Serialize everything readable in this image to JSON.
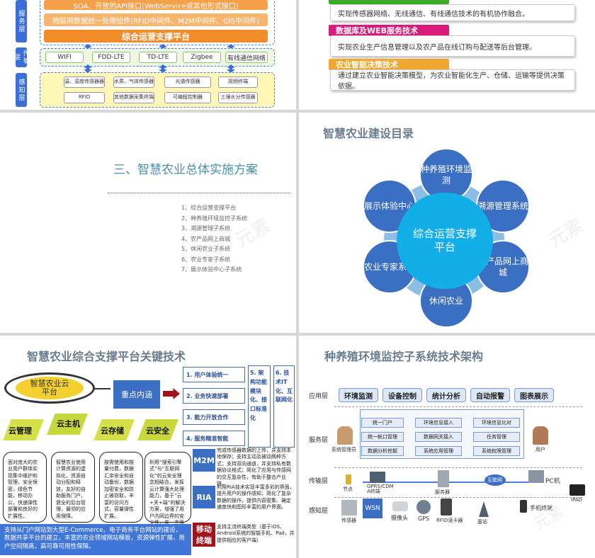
{
  "panel1": {
    "layer_service": "服务层",
    "layer_transport": "传输层",
    "layer_sense": "感知层",
    "soa_text": "SOA、开放的API接口(WebService或其他形式接口)",
    "middleware_text": "物联网数据统一处理组件(RFID中间件、M2M中间件、GIS中间件)",
    "platform_text": "综合运营支撑平台",
    "net_items": [
      "WIFI",
      "FDD-LTE",
      "TD-LTE",
      "Zigbee",
      "有线通信网络"
    ],
    "sensors_row1": [
      "温、湿度传感器器",
      "水质、气体传感器",
      "光谱传感器",
      "视频终端"
    ],
    "sensors_row2": [
      "RFID",
      "其他数据采集终端",
      "可编程控制器",
      "土壤水分传感器"
    ]
  },
  "panel2": {
    "items": [
      {
        "title": "",
        "desc": "实现传感器网络、无线通信、有线通信技术的有机协作融合。",
        "color": "#3eaa2a"
      },
      {
        "title": "数据库及WEB服务技术",
        "desc": "实现农业生产信息管理以及农产品在线订购与配送等后台管理。",
        "color": "#d81b7a"
      },
      {
        "title": "农业智能决策技术",
        "desc": "通过建立农业智能决策模型，为农业智能化生产、仓储、运输等提供决策依据。",
        "color": "#f0a830"
      }
    ]
  },
  "panel3": {
    "title": "三、智慧农业总体实施方案",
    "list": [
      "1、综合运营支撑平台",
      "2、种养殖环境监控子系统",
      "3、溯源管理子系统",
      "4、农产品网上商城",
      "5、休闲农业子系统",
      "6、农业专家子系统",
      "7、展示体验中心子系统"
    ],
    "watermark": "元素"
  },
  "panel4": {
    "title": "智慧农业建设目录",
    "center": "综合运营支撑平台",
    "petals": [
      "种养殖环境监测",
      "溯源管理系统",
      "农产品网上商城",
      "休闲农业",
      "农业专家系统",
      "展示体验中心"
    ],
    "watermark": "元素"
  },
  "panel5": {
    "title": "智慧农业综合支撑平台关键技术",
    "hub": "智慧农业云平台",
    "focus": "重点内涵",
    "clouds": [
      "云管理",
      "云主机",
      "云存储",
      "云安全"
    ],
    "steps": [
      "1. 用户体验统一",
      "2. 业务快速部署",
      "3. 能力开放合作",
      "4. 服务精准智能"
    ],
    "v5": "5. 架构功能模块化、接口标准化",
    "v6": "6. 技术IT化、互联网化",
    "rounds": [
      "面对庞大的农业用户群体实现集中维护和管理，安全保密，绿色节能，移动办公，快速弹性部署和良好的扩展性。",
      "智慧农业使用计算资源的虚拟化，资源自动分配和释放，友好的自助服务门户，健全的后台管理，最领的应用保障。",
      "按需使用和按量付费，数据汇余安全和自动备份，数据加密安全和防止被窃取，丰富的访问方式，容量弹性扩展。",
      "利用“搜索引擎式”与“互联网化”的云安全理念相结合，发挥云计算强大处理能力，基于“云+关+端”的解决方案，增强了用户内网边界的安全性，并一齐强防护了内网的动态安全性及可管优化。"
    ],
    "tags": [
      {
        "label": "M2M",
        "desc": "完成传感器数据的上传，并支持本地保存；支持主动及被动两种方式；支持双向通道，并支持私有数据协议格式；简化了应用与传感网的交互复杂性，有助于整合产业链。"
      },
      {
        "label": "RIA",
        "desc": "利用RIA技术实现丰富多彩的界面，提升用户的操作感知；简化了复杂数据的操作，提供内容密集、确定速度快和图形丰富的用户界面。"
      },
      {
        "label": "移动终端",
        "desc": "支持主流终端类型（基于iOS、Android系统的智能手机、Pad，并提供相应的客户端）"
      }
    ],
    "blue_text": "支持从门户网站到大型E-Commerce、电子商务平台网站的建设，数据共享平台的建立，丰富的农业领域网站模板，资源弹性扩展，用户空间隔离，高可靠可用性保障。"
  },
  "panel6": {
    "title": "种养殖环境监控子系统技术架构",
    "layers": [
      "应用层",
      "服务层",
      "传输层",
      "感知层"
    ],
    "apps": [
      "环境监测",
      "设备控制",
      "统计分析",
      "自动报警",
      "图表展示"
    ],
    "svc_col1": [
      "统一门户",
      "统一帐口管理",
      "数据分析挖掘"
    ],
    "svc_col2": [
      "环境信息接入",
      "数据网关接入",
      "系统应用管理"
    ],
    "svc_col3": [
      "环境信息比对",
      "任务管理",
      "系统权限管理"
    ],
    "people": [
      "系统管理员",
      "用户"
    ],
    "trans_labels": [
      "节点",
      "GPRS/CDM A终端",
      "服务器",
      "PC机",
      "IPAD",
      "手机终端",
      "基站",
      "互联网"
    ],
    "sense_labels": [
      "传感器",
      "WSN",
      "摄像头",
      "GPS",
      "RFID读卡器"
    ],
    "watermark": "元素"
  }
}
